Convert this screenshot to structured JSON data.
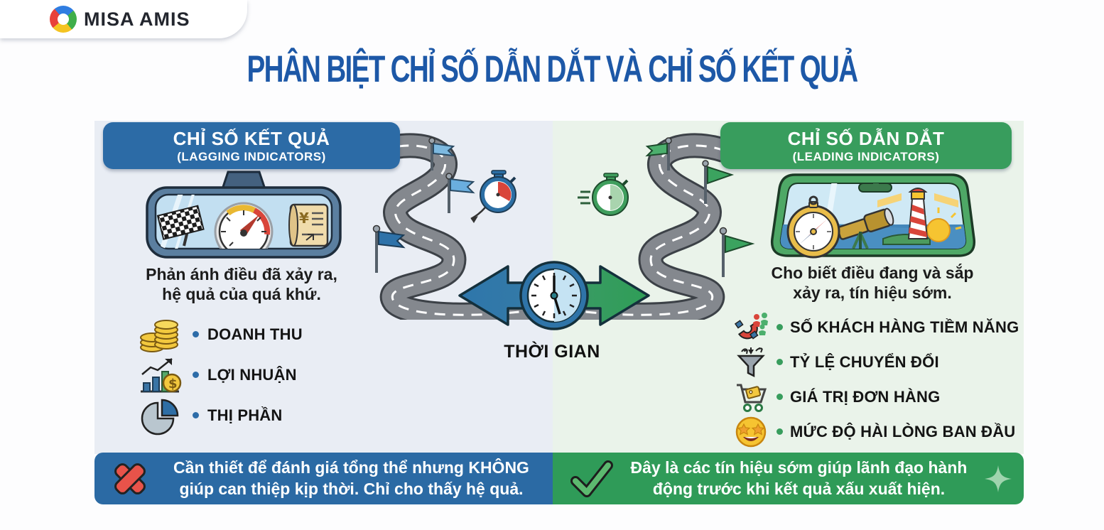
{
  "brand": {
    "logo_text": "MISA AMIS",
    "logo_icon": "misa-amis-swirl-icon"
  },
  "title": "PHÂN BIỆT CHỈ SỐ DẪN DẮT VÀ CHỈ SỐ KẾT QUẢ",
  "colors": {
    "title_blue": "#1d58a7",
    "panel_blue": "#2c6ba6",
    "panel_green": "#389d5d",
    "bg_left": "#e9edf4",
    "bg_right": "#eaf3ea",
    "bar_blue": "#2b6aa4",
    "bar_green": "#2f9b58",
    "error_red": "#e0493d",
    "check_green": "#5cb96f"
  },
  "left_panel": {
    "header_title": "CHỈ SỐ KẾT QUẢ",
    "header_subtitle": "(LAGGING INDICATORS)",
    "illustration": "rearview-mirror-with-checkered-flag-gauge-and-scroll",
    "description_line1": "Phản ánh điều đã xảy ra,",
    "description_line2": "hệ quả của quá khứ.",
    "items": [
      {
        "icon": "coins-icon",
        "label": "DOANH THU"
      },
      {
        "icon": "growth-chart-icon",
        "label": "LỢI NHUẬN"
      },
      {
        "icon": "pie-chart-icon",
        "label": "THỊ PHẦN"
      }
    ],
    "footer": {
      "icon": "x-mark-icon",
      "line1": "Cần thiết để đánh giá tổng thể nhưng KHÔNG",
      "line2": "giúp can thiệp kịp thời. Chỉ cho thấy hệ quả."
    }
  },
  "center": {
    "label": "THỜI GIAN",
    "icon": "clock-with-double-arrow-icon",
    "left_road": "winding-road-blue-flags-stopwatch",
    "right_road": "winding-road-green-flags-stopwatch"
  },
  "right_panel": {
    "header_title": "CHỈ SỐ DẪN DẮT",
    "header_subtitle": "(LEADING INDICATORS)",
    "illustration": "windshield-with-compass-telescope-lighthouse",
    "description_line1": "Cho biết điều đang và sắp",
    "description_line2": "xảy ra, tín hiệu sớm.",
    "items": [
      {
        "icon": "magnet-icon",
        "label": "SỐ KHÁCH HÀNG TIỀM NĂNG"
      },
      {
        "icon": "funnel-icon",
        "label": "TỶ LỆ CHUYỂN ĐỔI"
      },
      {
        "icon": "shopping-cart-icon",
        "label": "GIÁ TRỊ ĐƠN HÀNG"
      },
      {
        "icon": "star-struck-icon",
        "label": "MỨC ĐỘ HÀI LÒNG BAN ĐẦU"
      }
    ],
    "footer": {
      "icon": "check-mark-icon",
      "line1": "Đây là các tín hiệu sớm giúp lãnh đạo hành",
      "line2": "động trước khi kết quả xấu xuất hiện.",
      "decor": "sparkle-icon"
    }
  }
}
